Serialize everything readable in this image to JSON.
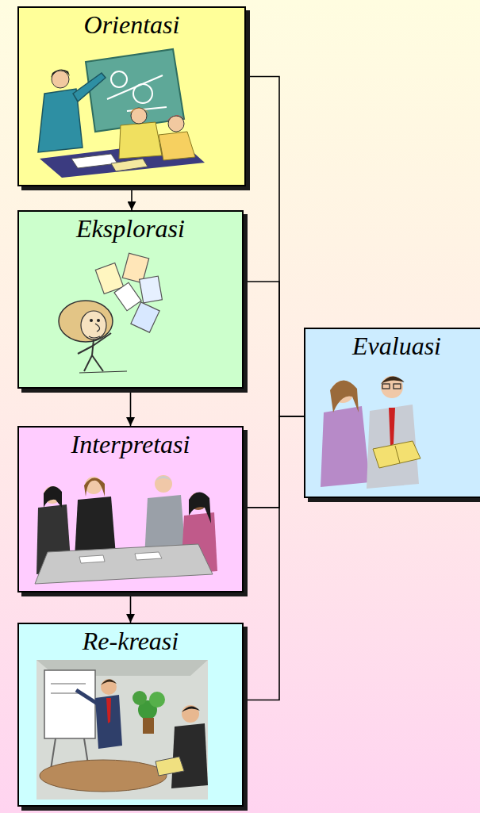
{
  "diagram": {
    "nodes": [
      {
        "text": [
          "Orientasi"
        ]
      },
      {
        "text": [
          "Eksplorasi"
        ]
      },
      {
        "text": [
          "Interpretasi"
        ]
      },
      {
        "text": [
          "Re-kreasi"
        ]
      },
      {
        "text": [
          "Evaluasi"
        ]
      }
    ],
    "edges": [
      {
        "from": 0,
        "to": 1,
        "arrow": "to"
      },
      {
        "from": 1,
        "to": 2,
        "arrow": "to"
      },
      {
        "from": 2,
        "to": 3,
        "arrow": "to"
      },
      {
        "from": 0,
        "to": 4,
        "arrow": "none"
      },
      {
        "from": 1,
        "to": 4,
        "arrow": "none"
      },
      {
        "from": 2,
        "to": 4,
        "arrow": "none"
      },
      {
        "from": 3,
        "to": 4,
        "arrow": "none"
      }
    ]
  }
}
